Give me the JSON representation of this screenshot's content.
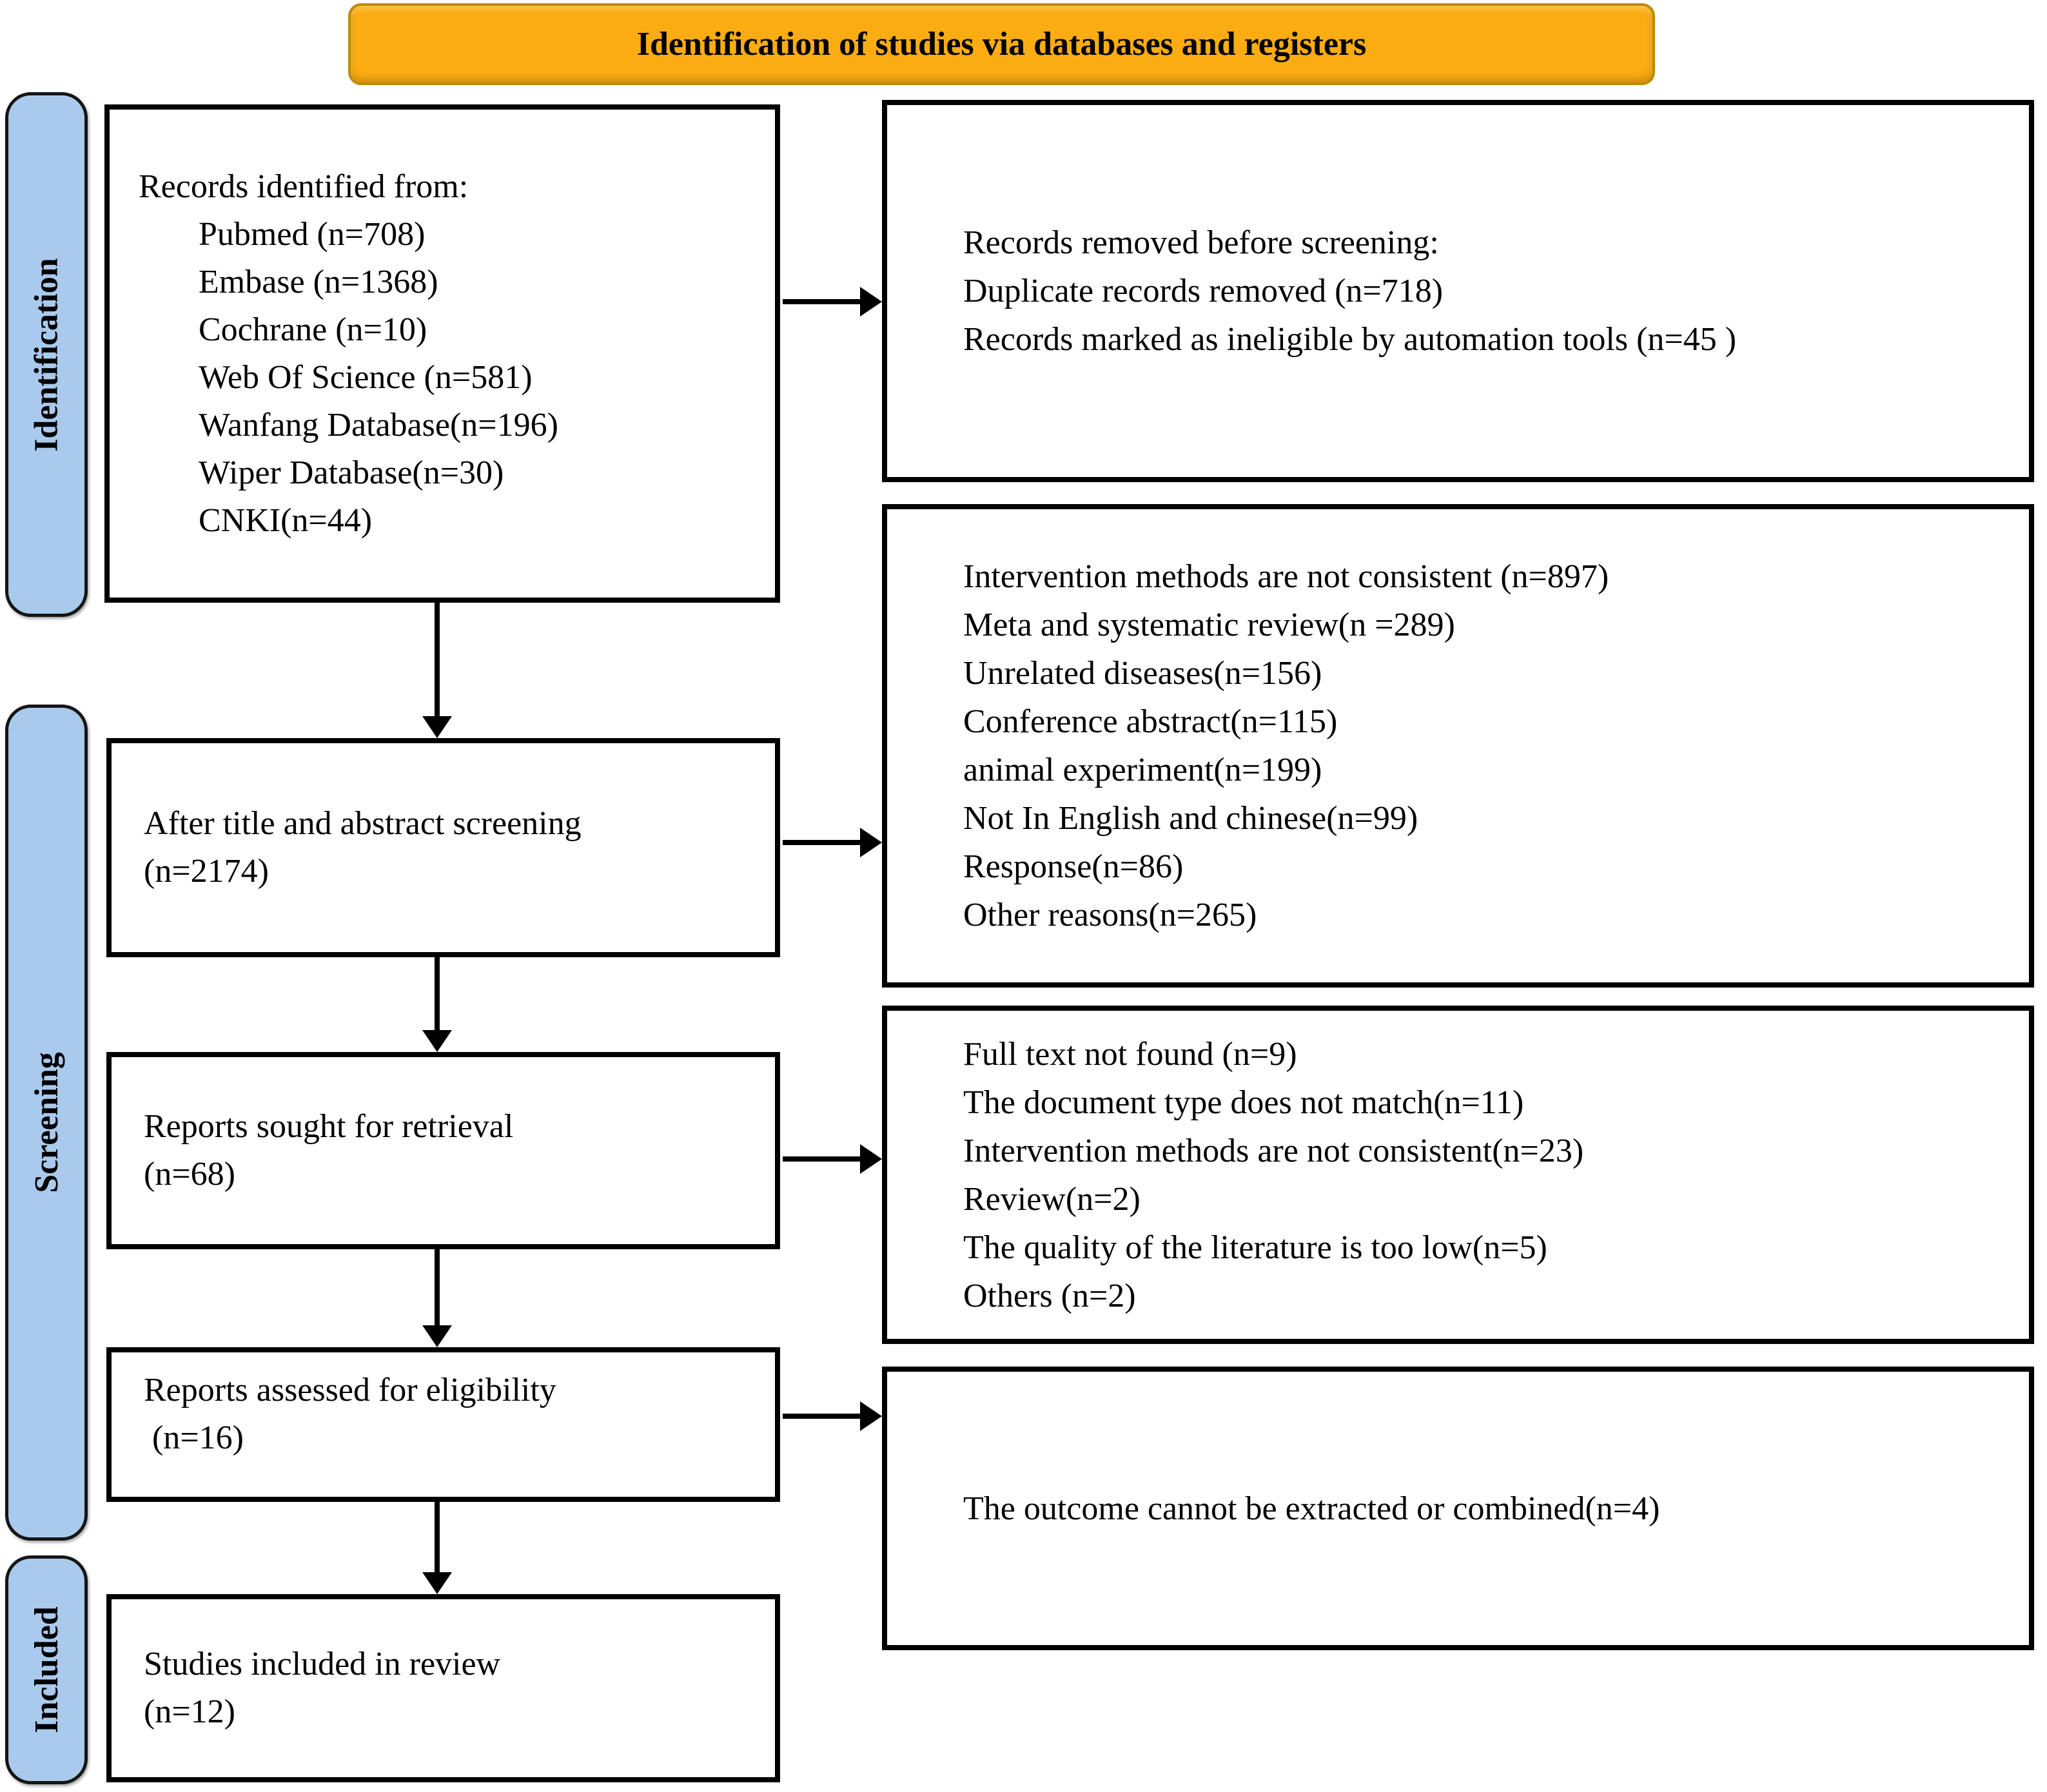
{
  "title": {
    "banner": "Identification of studies via databases and registers"
  },
  "sidebar": {
    "identification": "Identification",
    "screening": "Screening",
    "included": "Included"
  },
  "flow": {
    "left": [
      {
        "id": "records-identified",
        "lines": [
          "Records identified from:",
          "Pubmed (n=708)",
          "Embase (n=1368)",
          "Cochrane (n=10)",
          "Web Of Science (n=581)",
          "Wanfang Database(n=196)",
          "Wiper Database(n=30)",
          "CNKI(n=44)"
        ]
      },
      {
        "id": "title-abstract-screening",
        "lines": [
          "After title and abstract screening",
          "(n=2174)"
        ]
      },
      {
        "id": "reports-sought",
        "lines": [
          "Reports sought for retrieval",
          "(n=68)"
        ]
      },
      {
        "id": "reports-assessed",
        "lines": [
          "Reports assessed for eligibility",
          " (n=16)"
        ]
      },
      {
        "id": "studies-included",
        "lines": [
          "Studies included in review",
          "(n=12)"
        ]
      }
    ],
    "right": [
      {
        "id": "records-removed",
        "lines": [
          "Records removed before screening:",
          "Duplicate records removed (n=718)",
          "Records marked as ineligible by automation tools (n=45 )"
        ]
      },
      {
        "id": "excluded-title-abstract",
        "lines": [
          "Intervention methods are not consistent (n=897)",
          "Meta and systematic review(n =289)",
          "Unrelated diseases(n=156)",
          "Conference abstract(n=115)",
          "animal experiment(n=199)",
          "Not In English and chinese(n=99)",
          "Response(n=86)",
          "Other reasons(n=265)"
        ]
      },
      {
        "id": "excluded-retrieval",
        "lines": [
          "Full text not found (n=9)",
          "The document type does not match(n=11)",
          "Intervention methods are not consistent(n=23)",
          "Review(n=2)",
          "The quality of the literature is too low(n=5)",
          "Others (n=2)"
        ]
      },
      {
        "id": "excluded-eligibility",
        "lines": [
          "The outcome cannot be extracted or combined(n=4)"
        ]
      }
    ]
  },
  "colors": {
    "banner_bg": "#FAAC12",
    "banner_border": "#BE8A0A",
    "sidebar_bg": "#A9CAEC"
  }
}
